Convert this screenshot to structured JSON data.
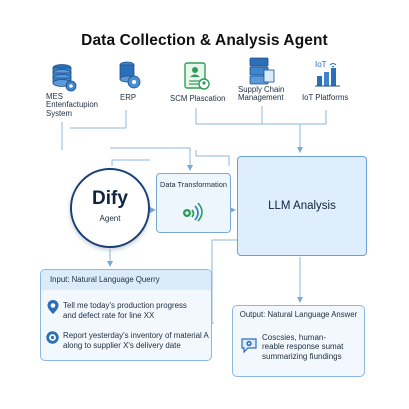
{
  "title": "Data Collection & Analysis Agent",
  "sources": [
    {
      "label": "MES\nEntenfactupion\nSystem",
      "icon": "database-icon"
    },
    {
      "label": "ERP",
      "icon": "server-gear-icon"
    },
    {
      "label": "SCM Plascation",
      "icon": "document-user-icon"
    },
    {
      "label": "Supply Chain\nManagement",
      "icon": "server-stack-icon"
    },
    {
      "label": "IoT Platforms",
      "icon": "iot-bar-chart-icon"
    }
  ],
  "agent": {
    "name": "Dify",
    "subtitle": "Agent"
  },
  "transformation": {
    "label": "Data Transformation",
    "icon": "signal-wave-icon"
  },
  "llm": {
    "label": "LLM Analysis"
  },
  "input": {
    "title": "Input: Natural Language Querry",
    "queries": [
      {
        "text": "Tell me today's production progress\nand defect rate for line XX",
        "icon": "location-pin-icon"
      },
      {
        "text": "Report yesterday's inventory of material A\nalong to supplier X's delivery date",
        "icon": "settings-gear-icon"
      }
    ]
  },
  "output": {
    "title": "Output: Natural Language Answer",
    "text": "Coscsies, human-\nreable response sumat\nsummarizing fiundings",
    "icon": "chat-gear-icon"
  },
  "colors": {
    "accent": "#2a6fb8",
    "green": "#2e9e57",
    "box_fill": "#dfeefc",
    "border": "#7aa9d6"
  }
}
